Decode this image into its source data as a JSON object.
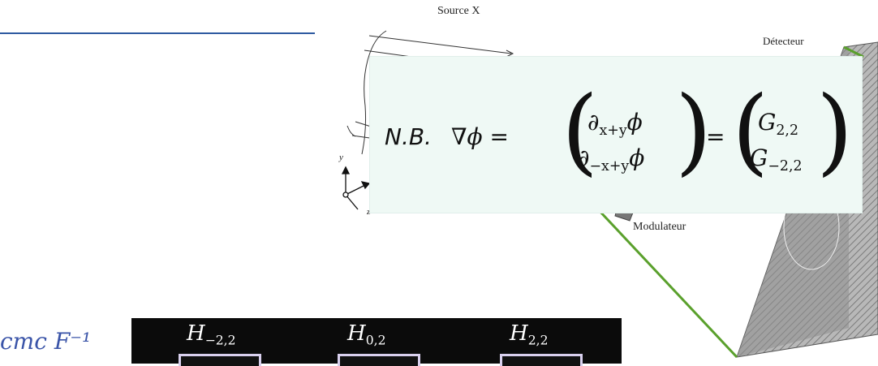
{
  "diagram": {
    "source_label": "Source X",
    "detector_label": "Détecteur",
    "modulator_label": "Modulateur",
    "axis_y_label": "y",
    "axis_z_label": "z",
    "colors": {
      "frame_line": "#5aa02c",
      "rule_line": "#2d5aa0",
      "note_bg": "#eff9f5",
      "detector_fill": "#9a9a9a"
    }
  },
  "note": {
    "prefix": "N.B.",
    "grad": "∇ϕ =",
    "row1": "∂",
    "row1_sub": "x+y",
    "row1_tail": "ϕ",
    "row2": "∂",
    "row2_sub": "−x+y",
    "row2_tail": "ϕ",
    "equals": "=",
    "g1": "G",
    "g1_sub": "2,2",
    "g2": "G",
    "g2_sub": "−2,2"
  },
  "bottom": {
    "left_partial": "cmc F⁻¹",
    "h_labels": [
      {
        "base": "H",
        "sub": "−2,2"
      },
      {
        "base": "H",
        "sub": "0,2"
      },
      {
        "base": "H",
        "sub": "2,2"
      }
    ]
  }
}
